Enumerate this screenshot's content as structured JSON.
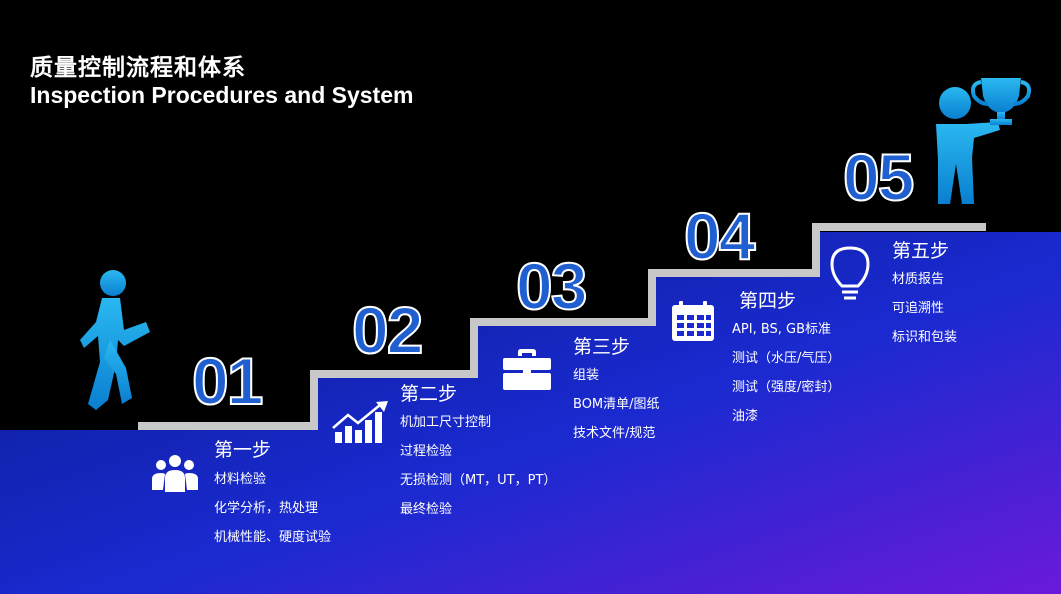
{
  "title": {
    "cn": "质量控制流程和体系",
    "en": "Inspection Procedures and System"
  },
  "colors": {
    "background": "#000000",
    "gradient_start": "#0a1a8c",
    "gradient_mid": "#1a2ad0",
    "gradient_end": "#6a1ad8",
    "stair": "#c8c8c8",
    "number_fill": "#1f5fd0",
    "figure": "#1aa6e8"
  },
  "steps": [
    {
      "number": "01",
      "title": "第一步",
      "icon": "team-icon",
      "items": [
        "材料检验",
        "化学分析，热处理",
        "机械性能、硬度试验"
      ]
    },
    {
      "number": "02",
      "title": "第二步",
      "icon": "bar-chart-growth-icon",
      "items": [
        "机加工尺寸控制",
        "过程检验",
        "无损检测（MT，UT，PT）",
        "最终检验"
      ]
    },
    {
      "number": "03",
      "title": "第三步",
      "icon": "briefcase-icon",
      "items": [
        "组装",
        "BOM清单/图纸",
        "技术文件/规范"
      ]
    },
    {
      "number": "04",
      "title": "第四步",
      "icon": "calendar-icon",
      "items": [
        "API, BS, GB标准",
        "测试（水压/气压）",
        "测试（强度/密封）",
        "油漆"
      ]
    },
    {
      "number": "05",
      "title": "第五步",
      "icon": "lightbulb-icon",
      "items": [
        "材质报告",
        "可追溯性",
        "标识和包装"
      ]
    }
  ]
}
